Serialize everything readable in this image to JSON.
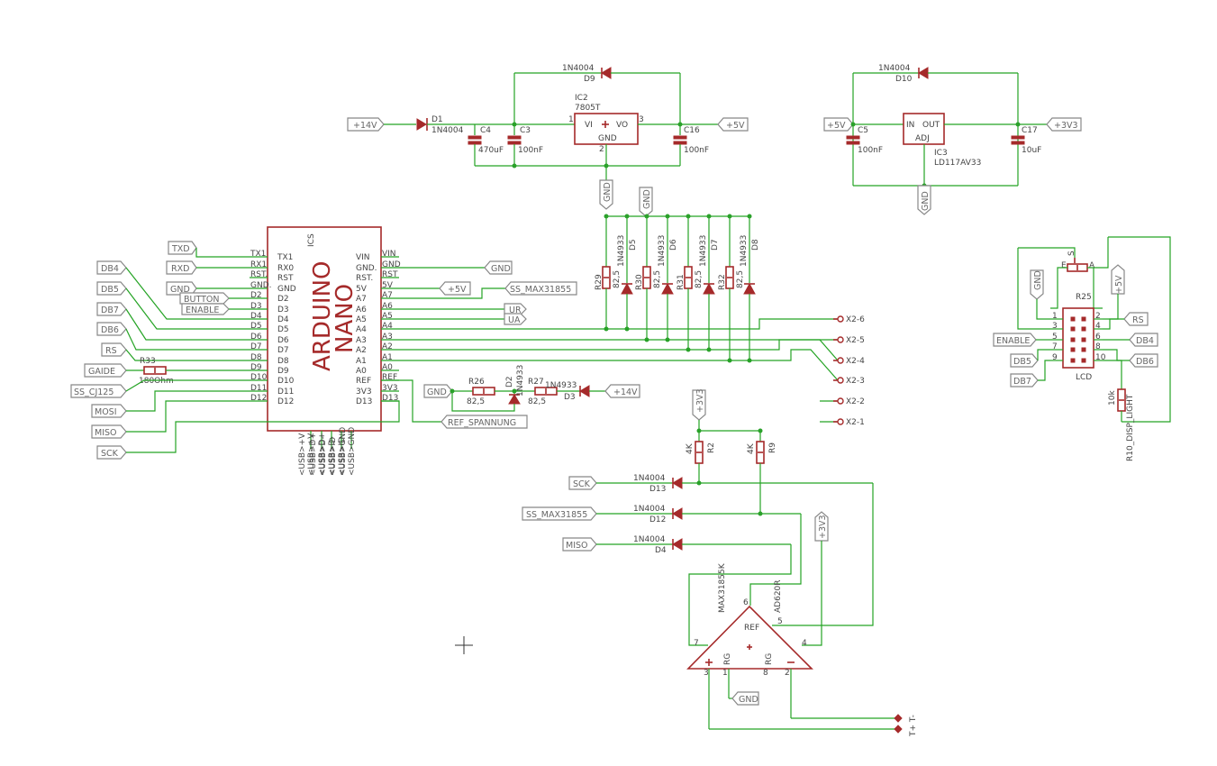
{
  "ic_labels": {
    "arduino_name": "ARDUINO",
    "arduino_name2": "NANO",
    "ic2_name": "IC2",
    "ic2_value": "7805T",
    "ic2_vi": "VI",
    "ic2_vo": "VO",
    "ic2_gnd": "GND",
    "ic2_pin1": "1",
    "ic2_pin2": "2",
    "ic2_pin3": "3",
    "ic3_name": "IC3",
    "ic3_value": "LD117AV33",
    "ic3_in": "IN",
    "ic3_out": "OUT",
    "ic3_adj": "ADJ",
    "opamp_name": "MAX31855K",
    "opamp_value": "AD620R",
    "opamp_ref": "REF",
    "opamp_rg1": "RG",
    "opamp_rg2": "RG",
    "lcd_name": "LCD",
    "ics": "ICS"
  },
  "arduino_left_pins": [
    "TX1",
    "RX0",
    "RST",
    "GND",
    "D2",
    "D3",
    "D4",
    "D5",
    "D6",
    "D7",
    "D8",
    "D9",
    "D10",
    "D11",
    "D12"
  ],
  "arduino_left_outer": [
    "TX1",
    "RX1",
    "RST.",
    "GND.",
    "D2",
    "D3",
    "D4",
    "D5",
    "D6",
    "D7",
    "D8",
    "D9",
    "D10",
    "D11",
    "D12"
  ],
  "arduino_right_pins": [
    "VIN",
    "GND.",
    "RST.",
    "5V",
    "A7",
    "A6",
    "A5",
    "A4",
    "A3",
    "A2",
    "A1",
    "A0",
    "REF",
    "3V3",
    "D13"
  ],
  "arduino_right_outer": [
    "VIN",
    "GND",
    "RST",
    "5V",
    "A7",
    "A6",
    "A5",
    "A4",
    "A3",
    "A2",
    "A1",
    "A0",
    "REF",
    "3V3",
    "D13"
  ],
  "arduino_bottom_pins": [
    "<USB>+V",
    "<USB>D+",
    "<USB>D-",
    "<USB>ID",
    "<USB>GND"
  ],
  "arduino_bottom_outer": [
    "<USB>+V",
    "<USB>D+",
    "<USB>D-",
    "<USB>ID",
    "<USB>GND"
  ],
  "net_labels": {
    "p14v_a": "+14V",
    "p5v_a": "+5V",
    "p5v_b": "+5V",
    "p3v3_a": "+3V3",
    "gnd_ic2": "GND",
    "gnd_ic3": "GND",
    "gnd_diodes": "GND",
    "txd": "TXD",
    "rxd": "RXD",
    "gnd_ard": "GND",
    "button": "BUTTON",
    "enable_ard": "ENABLE",
    "db4": "DB4",
    "db5": "DB5",
    "db7": "DB7",
    "db6": "DB6",
    "rs": "RS",
    "gaide": "GAIDE",
    "ss_cj125": "SS_CJ125",
    "mosi": "MOSI",
    "miso": "MISO",
    "sck": "SCK",
    "gnd_vin": "GND",
    "p5v_ard": "+5V",
    "ss_max_ard": "SS_MAX31855",
    "ur": "UR",
    "ua": "UA",
    "gnd_r26": "GND",
    "p14v_b": "+14V",
    "ref_spannung": "REF_SPANNUNG",
    "p3v3_b": "+3V3",
    "sck_b": "SCK",
    "ss_max_b": "SS_MAX31855",
    "miso_b": "MISO",
    "p3v3_c": "+3V3",
    "gnd_opamp": "GND",
    "lcd_gnd": "GND",
    "lcd_p5v": "+5V",
    "lcd_rs": "RS",
    "lcd_enable": "ENABLE",
    "lcd_db4": "DB4",
    "lcd_db5": "DB5",
    "lcd_db6": "DB6",
    "lcd_db7": "DB7"
  },
  "parts": {
    "d1_name": "D1",
    "d1_value": "1N4004",
    "d9_value": "1N4004",
    "d9_name": "D9",
    "d10_value": "1N4004",
    "d10_name": "D10",
    "c4_name": "C4",
    "c4_value": "470uF",
    "c3_name": "C3",
    "c3_value": "100nF",
    "c16_name": "C16",
    "c16_value": "100nF",
    "c5_name": "C5",
    "c5_value": "100nF",
    "c17_name": "C17",
    "c17_value": "10uF",
    "r29": "R29",
    "r30": "R30",
    "r31": "R31",
    "r32": "R32",
    "r_val": "82,5",
    "d_1n4933": "1N4933",
    "d5": "D5",
    "d6": "D6",
    "d7": "D7",
    "d8": "D8",
    "r33_name": "R33",
    "r33_value": "180Ohm",
    "r26_name": "R26",
    "r26_value": "82,5",
    "r27_name": "R27",
    "r27_value": "82,5",
    "d2_name": "D2",
    "d2_value": "1N4933",
    "d3_name": "D3",
    "d3_value": "1N4933",
    "r2_name": "R2",
    "r2_value": "4K",
    "r9_name": "R9",
    "r9_value": "4K",
    "d13_value": "1N4004",
    "d13_name": "D13",
    "d12_value": "1N4004",
    "d12_name": "D12",
    "d4_value": "1N4004",
    "d4_name": "D4",
    "r25_name": "R25",
    "r10_name": "R10_DISP_LIGHT",
    "r10_value": "10k",
    "pot_e": "E",
    "pot_a": "A",
    "pot_s": "S"
  },
  "connector_x2": [
    "X2-6",
    "X2-5",
    "X2-4",
    "X2-3",
    "X2-2",
    "X2-1"
  ],
  "thermo_pins": "T+ T-",
  "opamp_pins": {
    "p7": "7",
    "p6": "6",
    "p5": "5",
    "p4": "4",
    "p3": "3",
    "p1": "1",
    "p8": "8",
    "p2": "2"
  },
  "lcd_pins_left": [
    "1",
    "3",
    "5",
    "7",
    "9"
  ],
  "lcd_pins_right": [
    "2",
    "4",
    "6",
    "8",
    "10"
  ]
}
